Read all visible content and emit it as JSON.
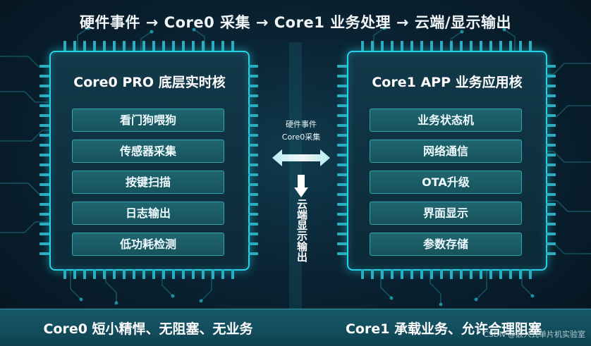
{
  "header": {
    "title": "硬件事件 → Core0 采集 → Core1 业务处理 → 云端/显示输出"
  },
  "core0": {
    "title": "Core0 PRO 底层实时核",
    "tasks": [
      "看门狗喂狗",
      "传感器采集",
      "按键扫描",
      "日志输出",
      "低功耗检测"
    ]
  },
  "core1": {
    "title": "Core1 APP 业务应用核",
    "tasks": [
      "业务状态机",
      "网络通信",
      "OTA升级",
      "界面显示",
      "参数存储"
    ]
  },
  "middle": {
    "event_label_line1": "硬件事件",
    "event_label_line2": "Core0采集",
    "output_label": "云端显示输出"
  },
  "footer": {
    "left": "Core0 短小精悍、无阻塞、无业务",
    "right": "Core1 承载业务、允许合理阻塞"
  },
  "watermark": "CSDN @嵌入式单片机实验室",
  "colors": {
    "accent": "#27d3e6",
    "task_fill": "#1b5d67",
    "background": "#0a2333"
  }
}
